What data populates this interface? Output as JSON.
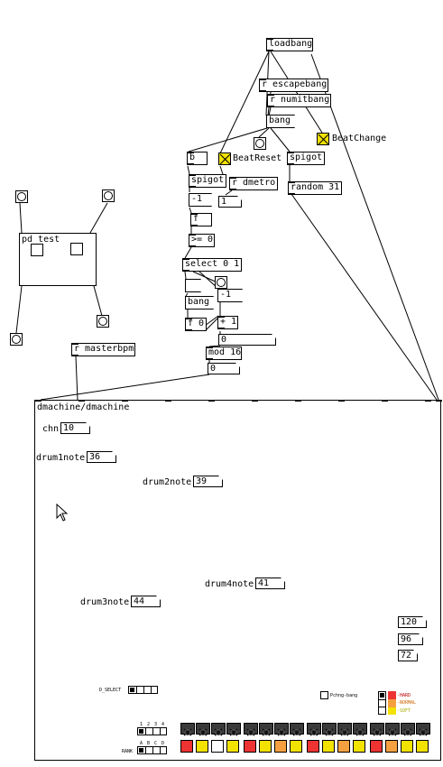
{
  "patch": {
    "loadbang": "loadbang",
    "r_escapebang": "r escapebang",
    "r_numitbang": "r numitbang",
    "bang_msg": "bang",
    "beat_change_label": "BeatChange",
    "beat_reset_label": "BeatReset",
    "b": "b",
    "spigot_left": "spigot",
    "spigot_right": "spigot",
    "random": "random 31",
    "r_dmetro": "r dmetro",
    "minus1_msg": "-1",
    "num_one": "1",
    "f_obj": "f",
    "gte0": ">= 0",
    "select": "select 0 1",
    "minus1_b": "-1",
    "bang_msg2": "bang",
    "f0": "f 0",
    "plus1": "+ 1",
    "num_zero_a": "0",
    "mod16": "mod 16",
    "num_zero_b": "0",
    "r_masterbpm": "r masterbpm",
    "pd_test": "pd test"
  },
  "dmachine": {
    "title": "dmachine/dmachine",
    "chn_label": "chn",
    "chn_value": "10",
    "drum1_label": "drum1note",
    "drum1_value": "36",
    "drum2_label": "drum2note",
    "drum2_value": "39",
    "drum3_label": "drum3note",
    "drum3_value": "44",
    "drum4_label": "drum4note",
    "drum4_value": "41",
    "vel_hard": "120",
    "vel_normal": "96",
    "vel_soft": "72",
    "d_select_label": "D_SELECT",
    "pchng_label": "Pchng-bang",
    "legend_hard": "-HARD",
    "legend_normal": "-NORMAL",
    "legend_soft": "-SOFT",
    "beat_numbers": [
      "1",
      "2",
      "3",
      "4"
    ],
    "rank_label": "RANK",
    "rank_letters": [
      "A",
      "B",
      "C",
      "D"
    ],
    "steps": [
      "red",
      "yellow",
      "white",
      "yellow",
      "red",
      "yellow",
      "orange",
      "yellow",
      "red",
      "yellow",
      "orange",
      "yellow",
      "red",
      "orange",
      "yellow",
      "yellow"
    ]
  },
  "colors": {
    "toggle_fill": "#f2e200",
    "step_red": "#ee3333",
    "step_yellow": "#f2e200",
    "step_orange": "#f5a040",
    "step_white": "#ffffff",
    "indicator_bar": "#3a3a3a"
  }
}
